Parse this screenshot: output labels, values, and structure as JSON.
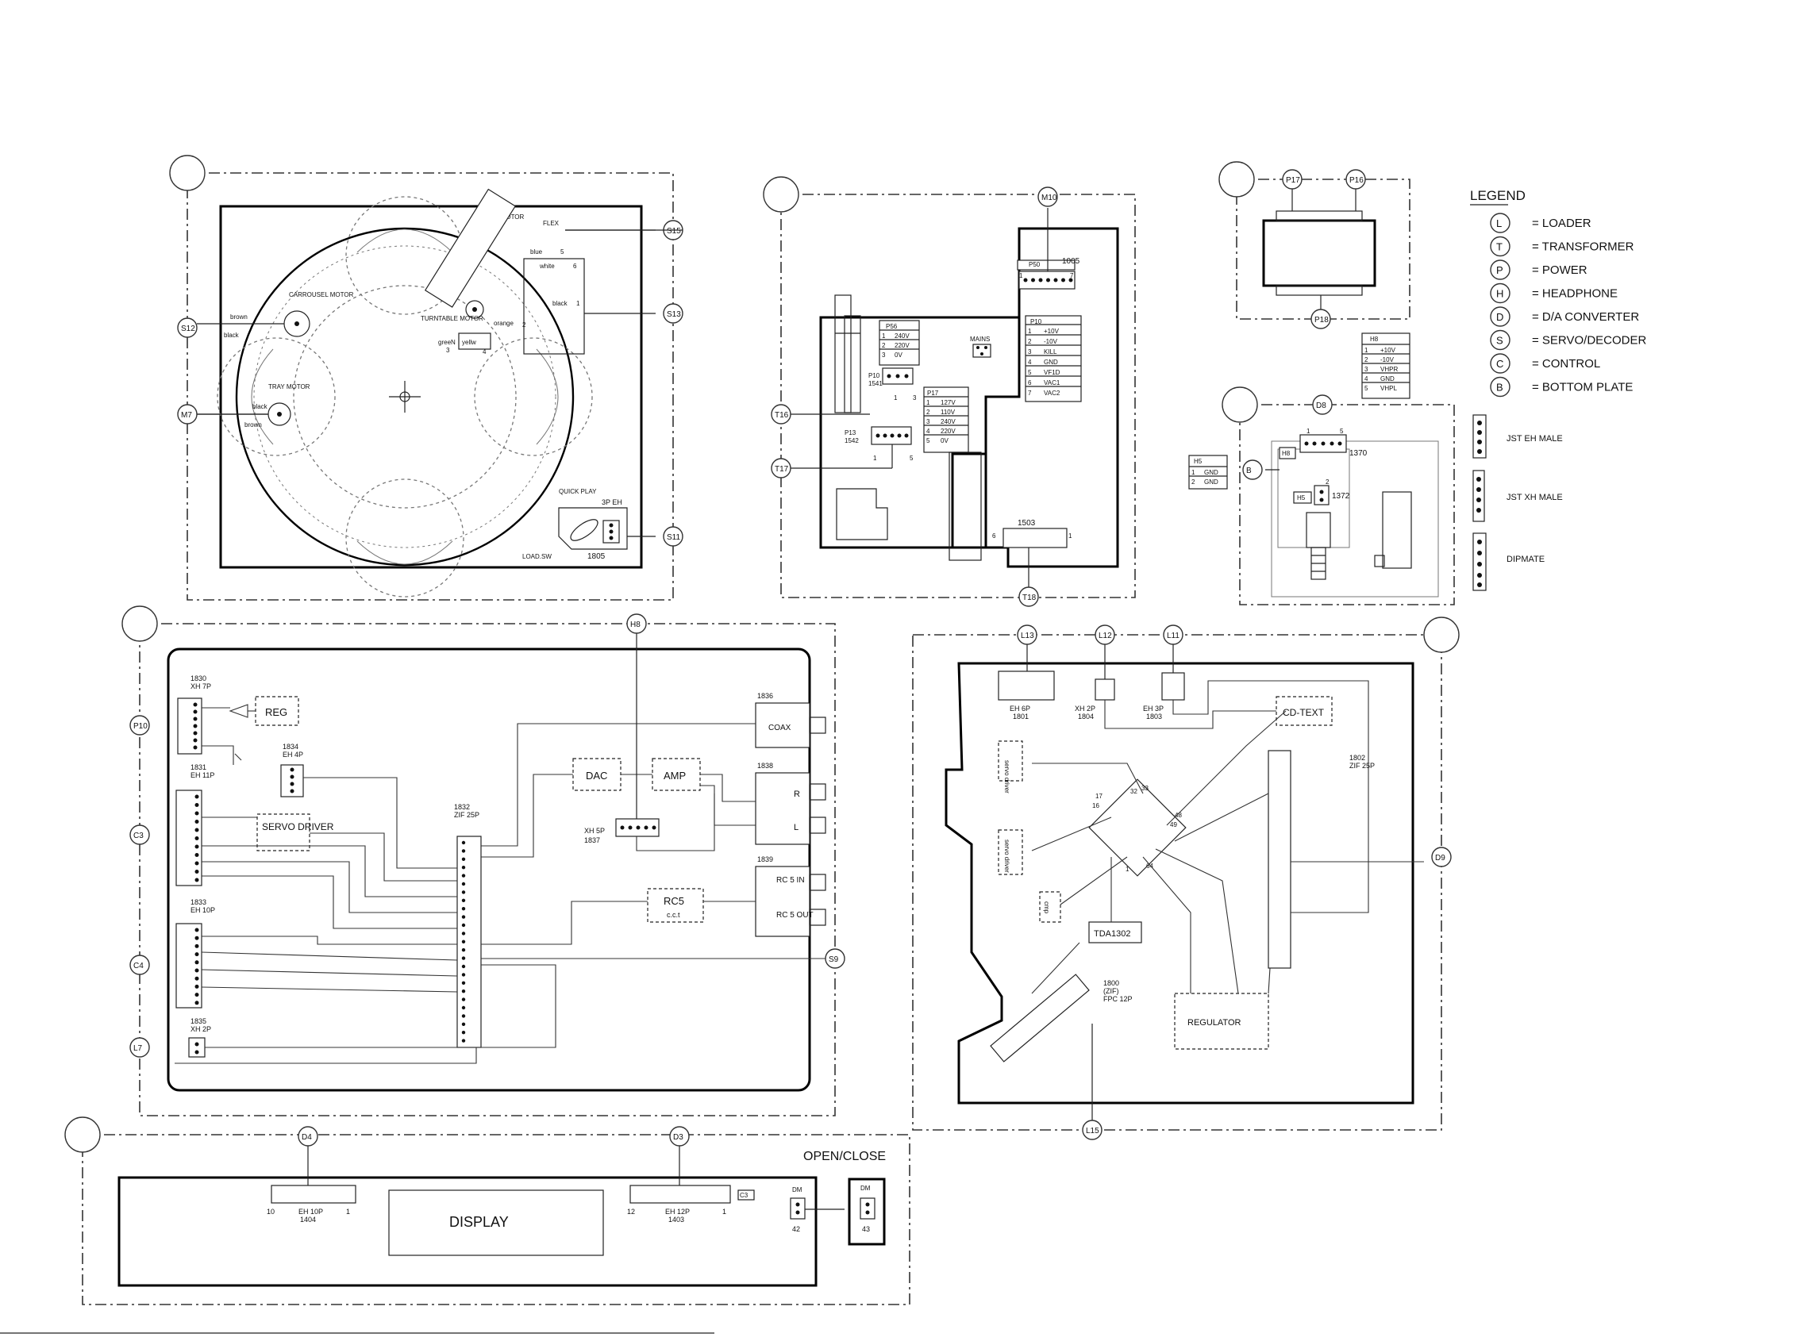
{
  "legend": {
    "title": "LEGEND",
    "items": [
      {
        "letter": "L",
        "text": "= LOADER"
      },
      {
        "letter": "T",
        "text": "= TRANSFORMER"
      },
      {
        "letter": "P",
        "text": "= POWER"
      },
      {
        "letter": "H",
        "text": "= HEADPHONE"
      },
      {
        "letter": "D",
        "text": "= D/A CONVERTER"
      },
      {
        "letter": "S",
        "text": "= SERVO/DECODER"
      },
      {
        "letter": "C",
        "text": "= CONTROL"
      },
      {
        "letter": "B",
        "text": "= BOTTOM PLATE"
      }
    ],
    "connectors": [
      "JST EH MALE",
      "JST XH MALE",
      "DIPMATE"
    ]
  },
  "loader": {
    "sledge_motor": "SLEDGE MOTOR",
    "flex": "FLEX",
    "carousel_motor": "CARROUSEL MOTOR",
    "tray_motor": "TRAY MOTOR",
    "turntable_motor": "TURNTABLE MOTOR",
    "quick_play": "QUICK PLAY",
    "conn_3p": "3P EH",
    "conn_1805": "1805",
    "load_sw": "LOAD.SW",
    "wire_blue": "blue",
    "wire_white": "white",
    "wire_black": "black",
    "wire_brown": "brown",
    "wire_orange": "orange",
    "wire_green": "greeN",
    "wire_yellow": "yellw",
    "pin_5": "5",
    "pin_1": "1",
    "pin_2": "2",
    "pin_3": "3",
    "pin_4": "4",
    "pin_6": "6",
    "refs": [
      "S15",
      "S13",
      "S12",
      "M7",
      "S11"
    ]
  },
  "power": {
    "refs": [
      "M10",
      "T16",
      "T17",
      "T18"
    ],
    "p50": "P50",
    "c1005": "1005",
    "p56": "P56",
    "p56_rows": [
      [
        "1",
        "240V"
      ],
      [
        "2",
        "220V"
      ],
      [
        "3",
        "0V"
      ]
    ],
    "p10": "P10",
    "p10_rows": [
      [
        "1",
        "+10V"
      ],
      [
        "2",
        "-10V"
      ],
      [
        "3",
        "KILL"
      ],
      [
        "4",
        "GND"
      ],
      [
        "5",
        "VF1D"
      ],
      [
        "6",
        "VAC1"
      ],
      [
        "7",
        "VAC2"
      ]
    ],
    "p17": "P17",
    "p17_rows": [
      [
        "1",
        "127V"
      ],
      [
        "2",
        "110V"
      ],
      [
        "3",
        "240V"
      ],
      [
        "4",
        "220V"
      ],
      [
        "5",
        "0V"
      ]
    ],
    "p10b": "P10",
    "c1541": "1541",
    "p13": "P13",
    "c1542": "1542",
    "mains": "MAINS",
    "c1503": "1503",
    "n1": "1",
    "n3": "3",
    "n5": "5",
    "n6": "6",
    "n7": "7"
  },
  "transformer": {
    "refs": [
      "P17",
      "P16",
      "P18"
    ]
  },
  "headphone": {
    "ref": "D8",
    "ref_b": "B",
    "h8_table_title": "H8",
    "h8_rows": [
      [
        "1",
        "+10V"
      ],
      [
        "2",
        "-10V"
      ],
      [
        "3",
        "VHPR"
      ],
      [
        "4",
        "GND"
      ],
      [
        "5",
        "VHPL"
      ]
    ],
    "h5_title": "H5",
    "h5_rows": [
      [
        "1",
        "GND"
      ],
      [
        "2",
        "GND"
      ]
    ],
    "h8": "H8",
    "c1370": "1370",
    "h5": "H5",
    "c1372": "1372",
    "n1": "1",
    "n2": "2",
    "n5": "5"
  },
  "da": {
    "refs": [
      "P10",
      "C3",
      "C4",
      "L7",
      "H8",
      "S9"
    ],
    "c1830": "1830",
    "xh7p": "XH 7P",
    "reg": "REG",
    "c1834": "1834",
    "eh4p": "EH 4P",
    "c1831": "1831",
    "eh11p": "EH 11P",
    "servo_driver": "SERVO DRIVER",
    "c1832": "1832",
    "zif25p": "ZIF 25P",
    "dac": "DAC",
    "amp": "AMP",
    "xh5p": "XH 5P",
    "c1837": "1837",
    "c1836": "1836",
    "coax": "COAX",
    "c1838": "1838",
    "r": "R",
    "l": "L",
    "c1839": "1839",
    "rc5_in": "RC 5 IN",
    "rc5_out": "RC 5 OUT",
    "rc5": "RC5",
    "cct": "c.c.t",
    "c1833": "1833",
    "eh10p": "EH 10P",
    "c1835": "1835",
    "xh2p": "XH 2P"
  },
  "servo": {
    "refs": [
      "L13",
      "L12",
      "L11",
      "D9",
      "L15"
    ],
    "eh6p": "EH 6P",
    "c1801": "1801",
    "xh2p": "XH 2P",
    "c1804": "1804",
    "eh3p": "EH 3P",
    "c1803": "1803",
    "cdtext": "CD-TEXT",
    "c1802": "1802",
    "zif25p": "ZIF 25P",
    "servo_driver1": "servo driver",
    "servo_driver2": "servo driver",
    "cmp": "cmp",
    "tda": "TDA1302",
    "c1800": "1800",
    "zif": "(ZIF)",
    "fpc12p": "FPC 12P",
    "regulator": "REGULATOR",
    "p33": "33",
    "p32": "32",
    "p17": "17",
    "p16": "16",
    "p48": "48",
    "p49": "49",
    "p1": "1",
    "p64": "64"
  },
  "control": {
    "refs": [
      "D4",
      "D3"
    ],
    "open_close": "OPEN/CLOSE",
    "eh10p": "EH 10P",
    "c1404": "1404",
    "eh12p": "EH 12P",
    "c1403": "1403",
    "display": "DISPLAY",
    "dm1": "DM",
    "dm2": "DM",
    "n42": "42",
    "n43": "43",
    "n10": "10",
    "n12": "12",
    "n1": "1",
    "c3": "C3"
  }
}
